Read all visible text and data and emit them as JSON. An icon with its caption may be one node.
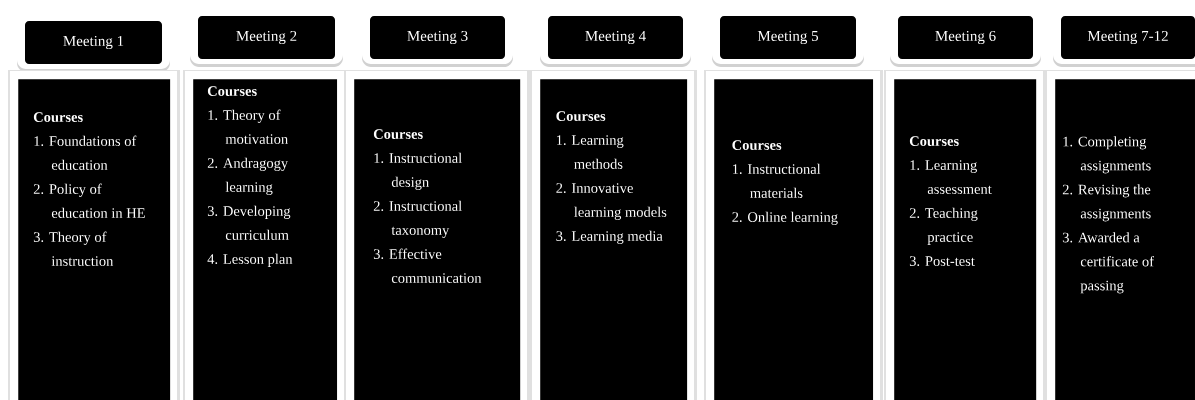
{
  "diagram": {
    "nodes": [
      {
        "text": [
          "Meeting 1"
        ]
      },
      {
        "text": [
          "Courses",
          "1. Foundations of education",
          "2. Policy of education in HE",
          "3. Theory of instruction"
        ]
      },
      {
        "text": [
          "Meeting 2"
        ]
      },
      {
        "text": [
          "Courses",
          "1. Theory of motivation",
          "2. Andragogy learning",
          "3. Developing curriculum",
          "4. Lesson plan"
        ]
      },
      {
        "text": [
          "Meeting 3"
        ]
      },
      {
        "text": [
          "Courses",
          "1. Instructional design",
          "2. Instructional taxonomy",
          "3. Effective communication"
        ]
      },
      {
        "text": [
          "Meeting 4"
        ]
      },
      {
        "text": [
          "Courses",
          "1. Learning methods",
          "2. Innovative learning models",
          "3. Learning media"
        ]
      },
      {
        "text": [
          "Meeting 5"
        ]
      },
      {
        "text": [
          "Courses",
          "1. Instructional materials",
          "2. Online learning"
        ]
      },
      {
        "text": [
          "Meeting 6"
        ]
      },
      {
        "text": [
          "Courses",
          "1. Learning assessment",
          "2. Teaching practice",
          "3. Post-test"
        ]
      },
      {
        "text": [
          "Meeting 7-12"
        ]
      },
      {
        "text": [
          "1. Completing assignments",
          "2. Revising the assignments",
          "3. Awarded a certificate of passing"
        ]
      }
    ]
  }
}
